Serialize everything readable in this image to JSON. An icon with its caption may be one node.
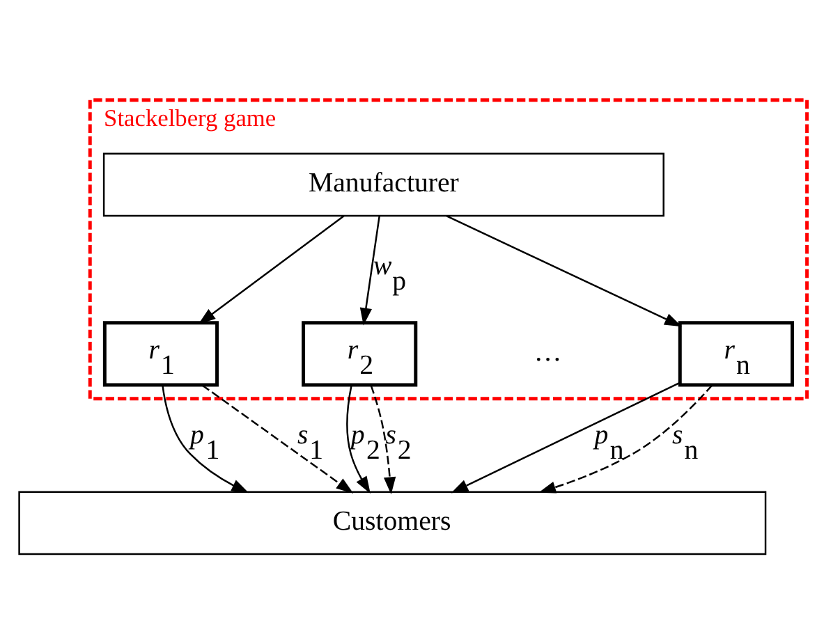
{
  "diagram": {
    "nodes": [
      {
        "text": [
          "Stackelberg game"
        ]
      },
      {
        "text": [
          "Manufacturer"
        ],
        "in": 0
      },
      {
        "text": [
          "r$_{1}$"
        ],
        "in": 0
      },
      {
        "text": [
          "r$_{2}$"
        ],
        "in": 0
      },
      {
        "text": [
          "r$_{n}$"
        ],
        "in": 0
      },
      {
        "text": [
          "Customers"
        ]
      }
    ],
    "edges": [
      {
        "from": 1,
        "to": 2,
        "arrow": "to"
      },
      {
        "from": 1,
        "to": 3,
        "arrow": "to",
        "label": "w$_{p}$"
      },
      {
        "from": 1,
        "to": 4,
        "arrow": "to"
      },
      {
        "from": 2,
        "to": 5,
        "arrow": "to",
        "label": "p$_{1}$"
      },
      {
        "from": 2,
        "to": 5,
        "arrow": "to",
        "label": "s$_{1}$",
        "style": "dashed"
      },
      {
        "from": 3,
        "to": 5,
        "arrow": "to",
        "label": "p$_{2}$"
      },
      {
        "from": 3,
        "to": 5,
        "arrow": "to",
        "label": "s$_{2}$",
        "style": "dashed"
      },
      {
        "from": 4,
        "to": 5,
        "arrow": "to",
        "label": "p$_{n}$"
      },
      {
        "from": 4,
        "to": 5,
        "arrow": "to",
        "label": "s$_{n}$",
        "style": "dashed"
      }
    ],
    "labels": [
      "…"
    ]
  }
}
